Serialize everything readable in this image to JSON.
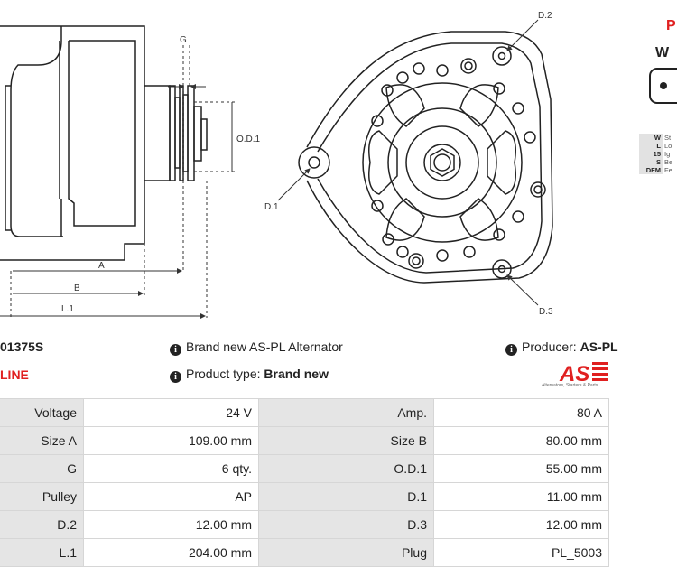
{
  "drawing": {
    "labels": {
      "g": "G",
      "od1": "O.D.1",
      "a": "A",
      "b": "B",
      "l1": "L.1",
      "d1": "D.1",
      "d2": "D.2",
      "d3": "D.3"
    }
  },
  "product": {
    "part_number": "01375S",
    "line": "LINE",
    "brand_label": "Brand new AS-PL Alternator",
    "type_prefix": "Product type:",
    "type_value": "Brand new",
    "producer_prefix": "Producer:",
    "producer_value": "AS-PL"
  },
  "logo": {
    "mark": "AS",
    "tagline": "Alternators, Starters & Parts",
    "color": "#e02020"
  },
  "specs": {
    "rows": [
      {
        "k1": "Voltage",
        "v1": "24 V",
        "k2": "Amp.",
        "v2": "80 A"
      },
      {
        "k1": "Size A",
        "v1": "109.00 mm",
        "k2": "Size B",
        "v2": "80.00 mm"
      },
      {
        "k1": "G",
        "v1": "6 qty.",
        "k2": "O.D.1",
        "v2": "55.00 mm"
      },
      {
        "k1": "Pulley",
        "v1": "AP",
        "k2": "D.1",
        "v2": "11.00 mm"
      },
      {
        "k1": "D.2",
        "v1": "12.00 mm",
        "k2": "D.3",
        "v2": "12.00 mm"
      },
      {
        "k1": "L.1",
        "v1": "204.00 mm",
        "k2": "Plug",
        "v2": "PL_5003"
      }
    ]
  },
  "plug": {
    "title": "P",
    "terminal": "W",
    "pins": [
      {
        "k": "W",
        "v": "St"
      },
      {
        "k": "L",
        "v": "Lo"
      },
      {
        "k": "15",
        "v": "Ig"
      },
      {
        "k": "S",
        "v": "Be"
      },
      {
        "k": "DFM",
        "v": "Fe"
      }
    ]
  }
}
